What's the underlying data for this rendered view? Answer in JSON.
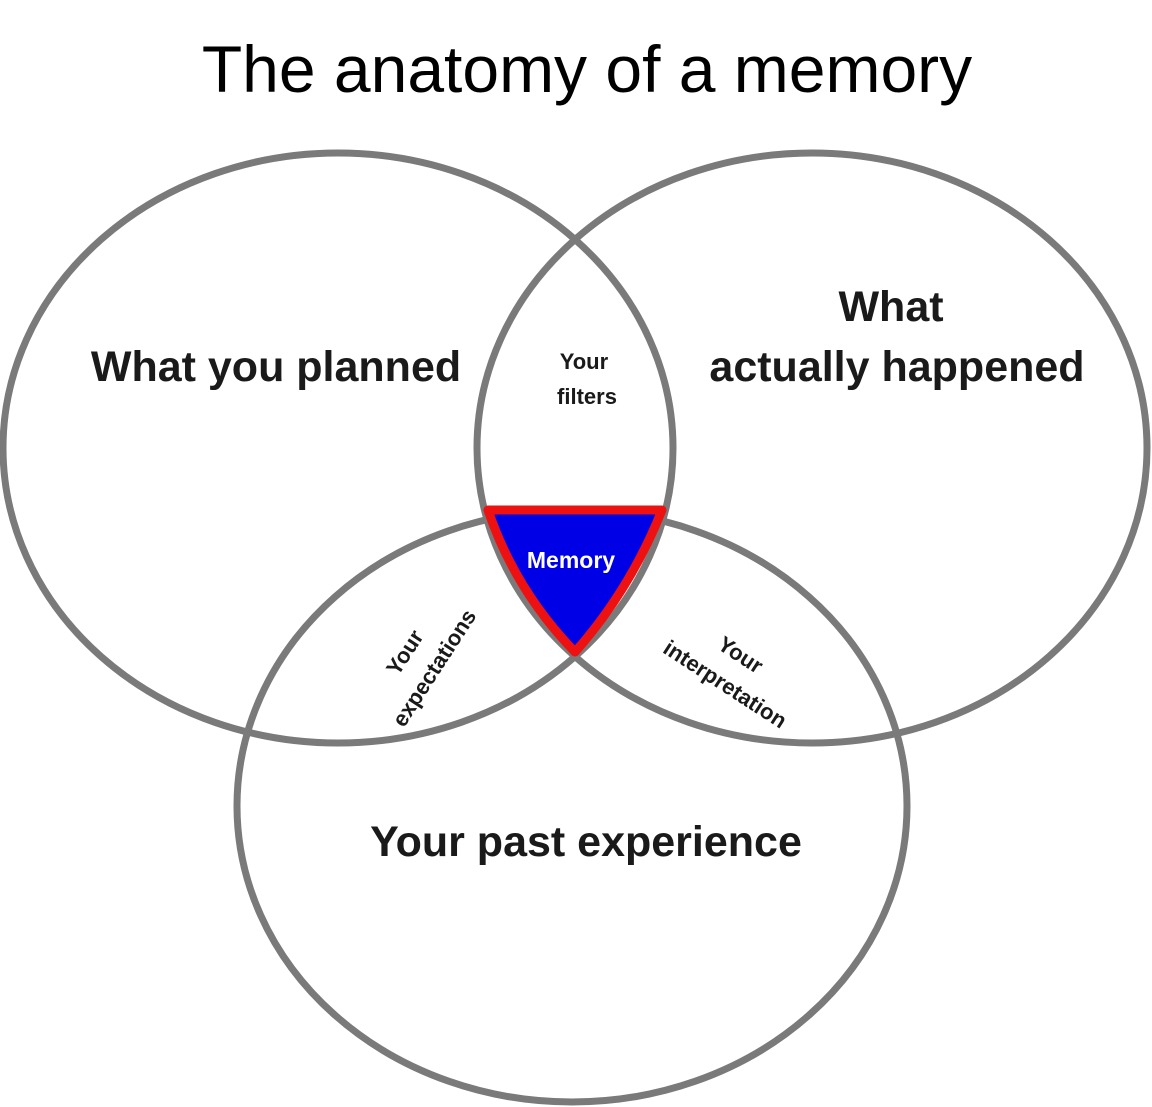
{
  "title": "The anatomy of a memory",
  "circles": {
    "planned": {
      "label": "What you planned"
    },
    "happened": {
      "label_line1": "What",
      "label_line2": "actually happened"
    },
    "past": {
      "label": "Your past experience"
    }
  },
  "intersections": {
    "filters": {
      "line1": "Your",
      "line2": "filters"
    },
    "expectations": {
      "line1": "Your",
      "line2": "expectations"
    },
    "interpretation": {
      "line1": "Your",
      "line2": "interpretation"
    },
    "memory": {
      "label": "Memory"
    }
  },
  "colors": {
    "circle_stroke": "#7a7a7a",
    "memory_fill": "#0000e6",
    "memory_stroke": "#ee1111",
    "memory_text": "#ffffff"
  }
}
